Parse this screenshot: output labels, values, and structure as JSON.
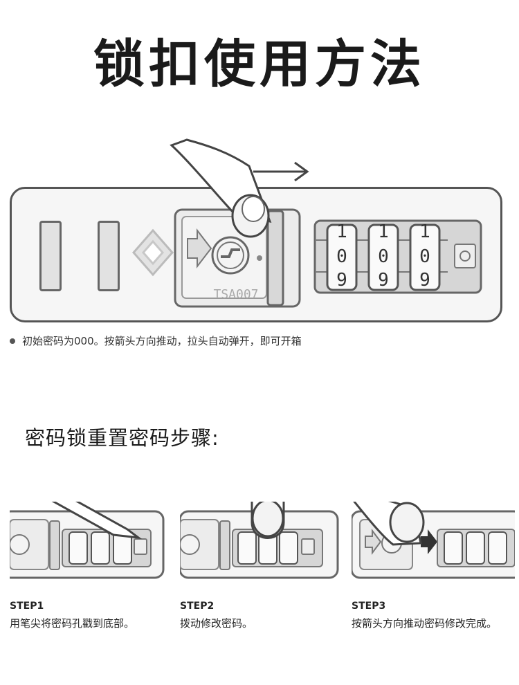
{
  "title": "锁扣使用方法",
  "lock_label": "TSA007",
  "note": "初始密码为000。按箭头方向推动，拉头自动弹开，即可开箱",
  "reset_title": "密码锁重置密码步骤:",
  "steps": [
    {
      "label": "STEP1",
      "desc": "用笔尖将密码孔戳到底部。"
    },
    {
      "label": "STEP2",
      "desc": "拨动修改密码。"
    },
    {
      "label": "STEP3",
      "desc": "按箭头方向推动密码修改完成。"
    }
  ],
  "main_dials": [
    {
      "top": "1",
      "mid": "0",
      "bottom": "9"
    },
    {
      "top": "1",
      "mid": "0",
      "bottom": "9"
    },
    {
      "top": "1",
      "mid": "0",
      "bottom": "9"
    }
  ],
  "colors": {
    "line": "#555555",
    "fill_light": "#e6e6e6",
    "fill_mid": "#cfcfcf",
    "text": "#222222"
  }
}
